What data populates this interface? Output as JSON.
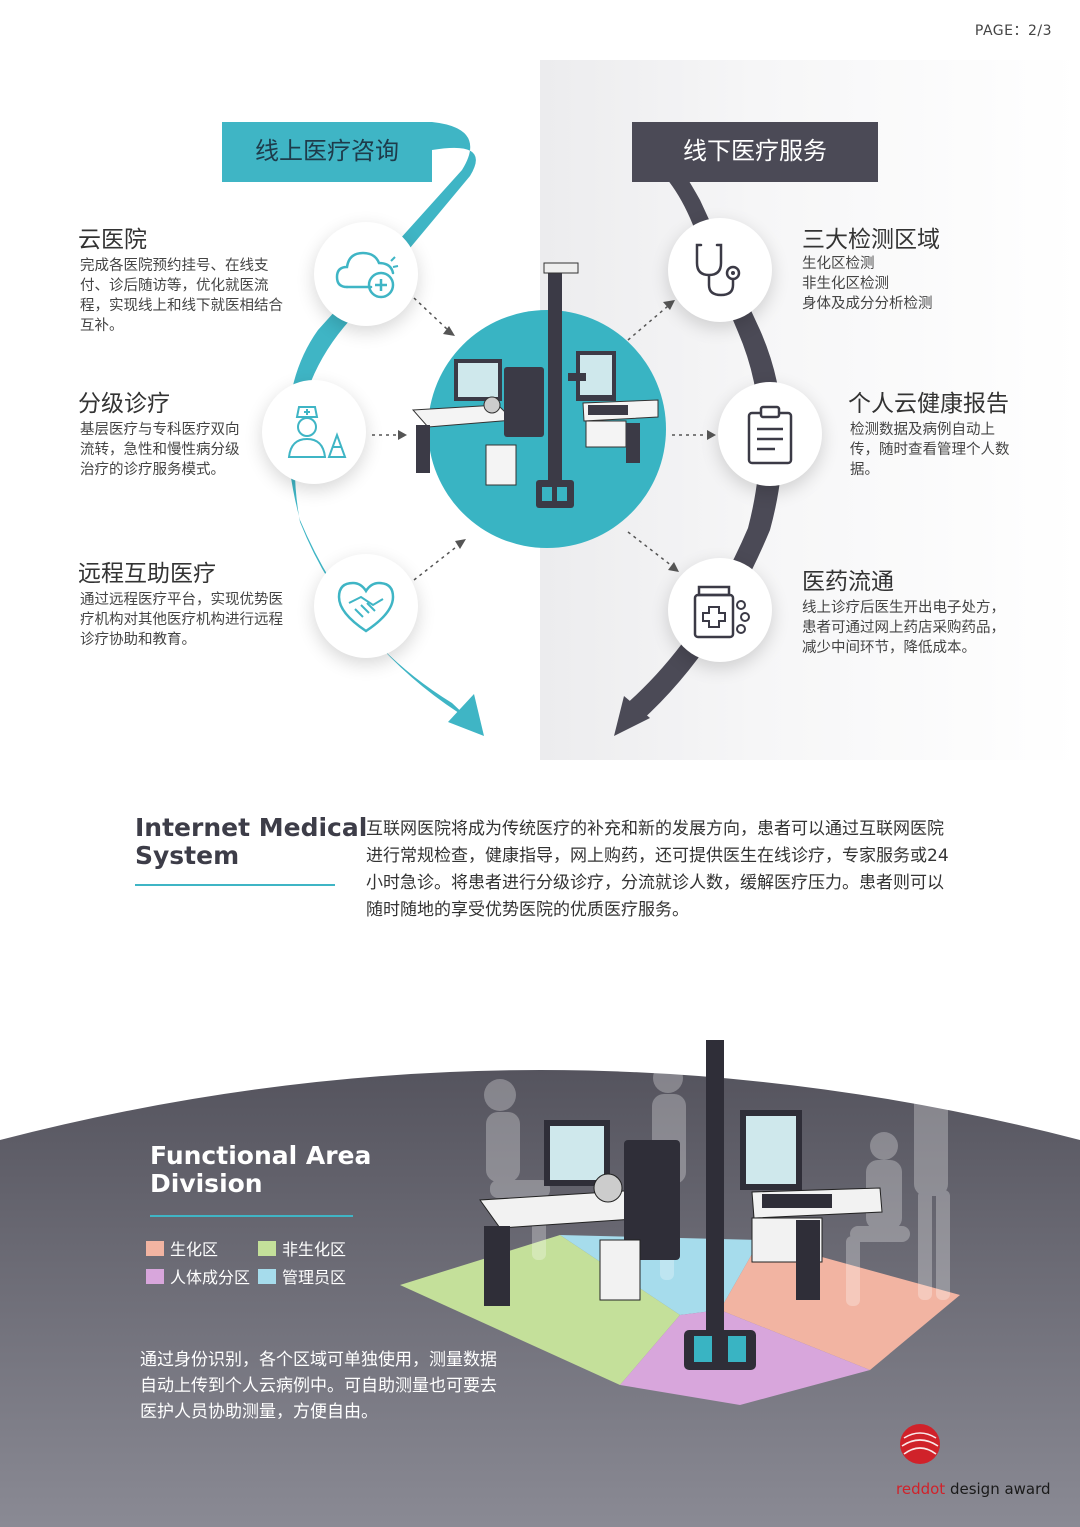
{
  "page": {
    "label": "PAGE：2/3"
  },
  "online": {
    "tag": "线上医疗咨询",
    "features": [
      {
        "title": "云医院",
        "desc": "完成各医院预约挂号、在线支付、诊后随访等，优化就医流程，实现线上和线下就医相结合互补。",
        "icon": "cloud-plus-icon"
      },
      {
        "title": "分级诊疗",
        "desc": "基层医疗与专科医疗双向流转，急性和慢性病分级治疗的诊疗服务模式。",
        "icon": "nurse-icon"
      },
      {
        "title": "远程互助医疗",
        "desc": "通过远程医疗平台，实现优势医疗机构对其他医疗机构进行远程诊疗协助和教育。",
        "icon": "handshake-heart-icon"
      }
    ]
  },
  "offline": {
    "tag": "线下医疗服务",
    "features": [
      {
        "title": "三大检测区域",
        "desc_lines": [
          "生化区检测",
          "非生化区检测",
          "身体及成分分析检测"
        ],
        "icon": "stethoscope-icon"
      },
      {
        "title": "个人云健康报告",
        "desc": "检测数据及病例自动上传，随时查看管理个人数据。",
        "icon": "clipboard-icon"
      },
      {
        "title": "医药流通",
        "desc": "线上诊疗后医生开出电子处方，患者可通过网上药店采购药品，减少中间环节，降低成本。",
        "icon": "medicine-bottle-icon"
      }
    ]
  },
  "ims": {
    "title_line1": "Internet Medical",
    "title_line2": "System",
    "body": "互联网医院将成为传统医疗的补充和新的发展方向，患者可以通过互联网医院进行常规检查，健康指导，网上购药，还可提供医生在线诊疗，专家服务或24小时急诊。将患者进行分级诊疗，分流就诊人数，缓解医疗压力。患者则可以随时随地的享受优势医院的优质医疗服务。"
  },
  "functional": {
    "title_line1": "Functional Area",
    "title_line2": "Division",
    "legend": [
      {
        "label": "生化区",
        "color": "#f2b4a2"
      },
      {
        "label": "非生化区",
        "color": "#c4e09a"
      },
      {
        "label": "人体成分区",
        "color": "#d8a6dc"
      },
      {
        "label": "管理员区",
        "color": "#a6dcec"
      }
    ],
    "desc": "通过身份识别，各个区域可单独使用，测量数据自动上传到个人云病例中。可自助测量也可要去医护人员协助测量，方便自由。"
  },
  "award": {
    "brand_red": "reddot",
    "brand_rest": " design award"
  },
  "colors": {
    "teal": "#3fb5c5",
    "dark": "#4b4a56",
    "red": "#d0222a"
  }
}
